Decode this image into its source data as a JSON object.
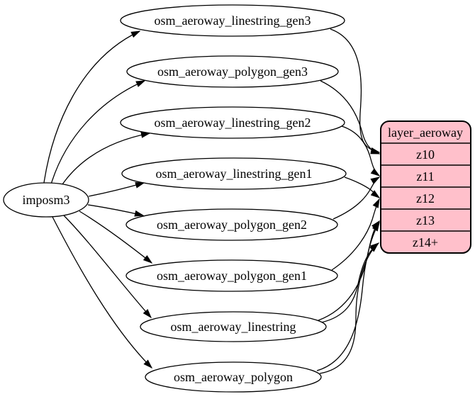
{
  "diagram": {
    "source_node": {
      "label": "imposm3"
    },
    "table_nodes": [
      {
        "label": "osm_aeroway_linestring_gen3"
      },
      {
        "label": "osm_aeroway_polygon_gen3"
      },
      {
        "label": "osm_aeroway_linestring_gen2"
      },
      {
        "label": "osm_aeroway_linestring_gen1"
      },
      {
        "label": "osm_aeroway_polygon_gen2"
      },
      {
        "label": "osm_aeroway_polygon_gen1"
      },
      {
        "label": "osm_aeroway_linestring"
      },
      {
        "label": "osm_aeroway_polygon"
      }
    ],
    "layer_node": {
      "title": "layer_aeroway",
      "rows": [
        "z10",
        "z11",
        "z12",
        "z13",
        "z14+"
      ],
      "fill_color": "#ffc0cb",
      "border_color": "#000000"
    },
    "edges": [
      {
        "from": "imposm3",
        "to": "osm_aeroway_linestring_gen3"
      },
      {
        "from": "imposm3",
        "to": "osm_aeroway_polygon_gen3"
      },
      {
        "from": "imposm3",
        "to": "osm_aeroway_linestring_gen2"
      },
      {
        "from": "imposm3",
        "to": "osm_aeroway_linestring_gen1"
      },
      {
        "from": "imposm3",
        "to": "osm_aeroway_polygon_gen2"
      },
      {
        "from": "imposm3",
        "to": "osm_aeroway_polygon_gen1"
      },
      {
        "from": "imposm3",
        "to": "osm_aeroway_linestring"
      },
      {
        "from": "imposm3",
        "to": "osm_aeroway_polygon"
      },
      {
        "from": "osm_aeroway_linestring_gen3",
        "to": "layer_aeroway:z10"
      },
      {
        "from": "osm_aeroway_polygon_gen3",
        "to": "layer_aeroway:z10"
      },
      {
        "from": "osm_aeroway_linestring_gen2",
        "to": "layer_aeroway:z11"
      },
      {
        "from": "osm_aeroway_polygon_gen2",
        "to": "layer_aeroway:z11"
      },
      {
        "from": "osm_aeroway_linestring_gen1",
        "to": "layer_aeroway:z12"
      },
      {
        "from": "osm_aeroway_polygon_gen1",
        "to": "layer_aeroway:z12"
      },
      {
        "from": "osm_aeroway_linestring",
        "to": "layer_aeroway:z13"
      },
      {
        "from": "osm_aeroway_polygon",
        "to": "layer_aeroway:z13"
      },
      {
        "from": "osm_aeroway_linestring",
        "to": "layer_aeroway:z14+"
      },
      {
        "from": "osm_aeroway_polygon",
        "to": "layer_aeroway:z14+"
      }
    ]
  }
}
